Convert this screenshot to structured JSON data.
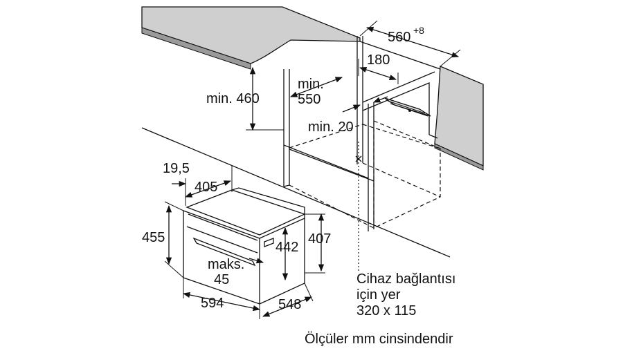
{
  "diagram": {
    "labels": {
      "width_niche": "560",
      "width_niche_sup": "+8",
      "socket_offset": "180",
      "min_height": "min. 460",
      "min_depth_1": "min.",
      "min_depth_2": "550",
      "min_gap": "min. 20",
      "offset_19_5": "19,5",
      "front_405": "405",
      "height_455": "455",
      "height_442": "442",
      "height_407": "407",
      "max_1": "maks.",
      "max_2": "45",
      "width_594": "594",
      "depth_548": "548"
    },
    "connection_note": {
      "line1": "Cihaz bağlantısı",
      "line2": "için yer",
      "line3": "320 x 115"
    },
    "footer": "Ölçüler mm cinsindendir"
  }
}
